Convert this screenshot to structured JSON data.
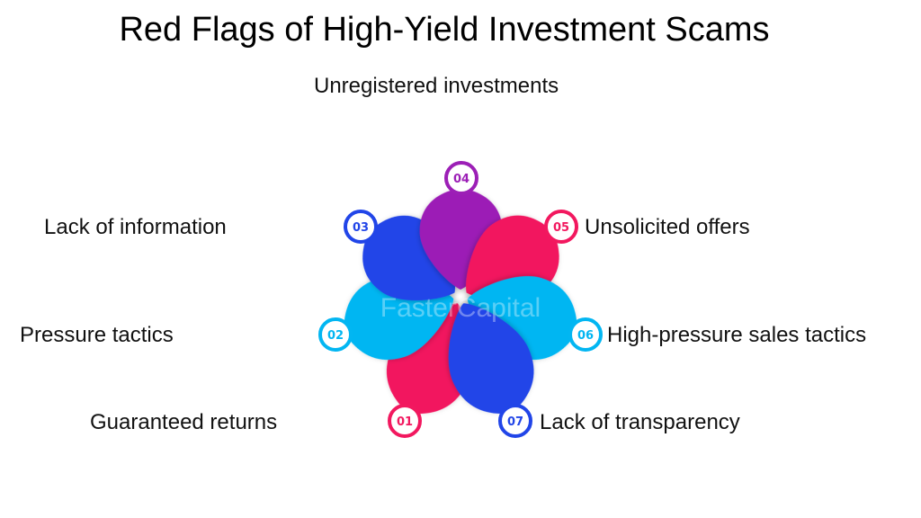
{
  "title": "Red Flags of High-Yield Investment Scams",
  "watermark": "FasterCapital",
  "colors": {
    "pink": "#f2185f",
    "blue": "#2145e8",
    "purple": "#9c1fb6",
    "cyan": "#02b6f2"
  },
  "items": [
    {
      "number": "01",
      "label": "Guaranteed returns",
      "color": "#f2185f"
    },
    {
      "number": "02",
      "label": "Pressure tactics",
      "color": "#02b6f2"
    },
    {
      "number": "03",
      "label": "Lack of information",
      "color": "#2145e8"
    },
    {
      "number": "04",
      "label": "Unregistered investments",
      "color": "#9c1fb6"
    },
    {
      "number": "05",
      "label": "Unsolicited offers",
      "color": "#f2185f"
    },
    {
      "number": "06",
      "label": "High-pressure sales tactics",
      "color": "#02b6f2"
    },
    {
      "number": "07",
      "label": "Lack of transparency",
      "color": "#2145e8"
    }
  ]
}
